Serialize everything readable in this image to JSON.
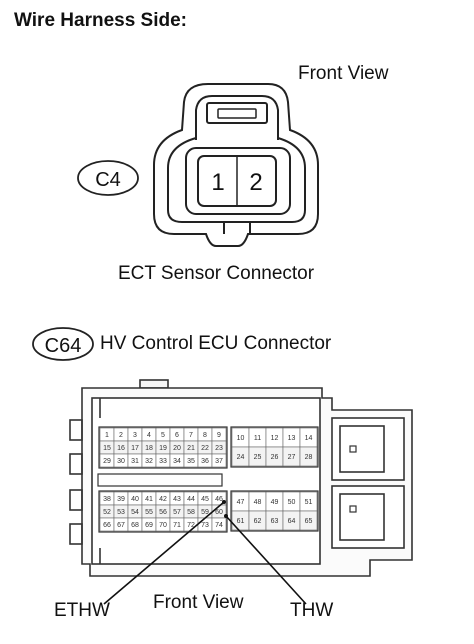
{
  "heading": "Wire Harness Side:",
  "ect_connector": {
    "front_view": "Front View",
    "code": "C4",
    "pins": [
      "1",
      "2"
    ],
    "title": "ECT Sensor Connector"
  },
  "hv_connector": {
    "code": "C64",
    "title": "HV Control ECU Connector",
    "front_view": "Front View",
    "blocks": [
      {
        "rows": [
          [
            "1",
            "2",
            "3",
            "4",
            "5",
            "6",
            "7",
            "8",
            "9"
          ],
          [
            "15",
            "16",
            "17",
            "18",
            "19",
            "20",
            "21",
            "22",
            "23"
          ],
          [
            "29",
            "30",
            "31",
            "32",
            "33",
            "34",
            "35",
            "36",
            "37"
          ]
        ]
      },
      {
        "rows": [
          [
            "10",
            "11",
            "12",
            "13",
            "14"
          ],
          [
            "24",
            "25",
            "26",
            "27",
            "28"
          ]
        ]
      },
      {
        "rows": [
          [
            "38",
            "39",
            "40",
            "41",
            "42",
            "43",
            "44",
            "45",
            "46"
          ],
          [
            "52",
            "53",
            "54",
            "55",
            "56",
            "57",
            "58",
            "59",
            "60"
          ],
          [
            "66",
            "67",
            "68",
            "69",
            "70",
            "71",
            "72",
            "73",
            "74"
          ]
        ]
      },
      {
        "rows": [
          [
            "47",
            "48",
            "49",
            "50",
            "51"
          ],
          [
            "61",
            "62",
            "63",
            "64",
            "65"
          ]
        ]
      }
    ],
    "callouts": {
      "left": "ETHW",
      "right": "THW"
    }
  }
}
